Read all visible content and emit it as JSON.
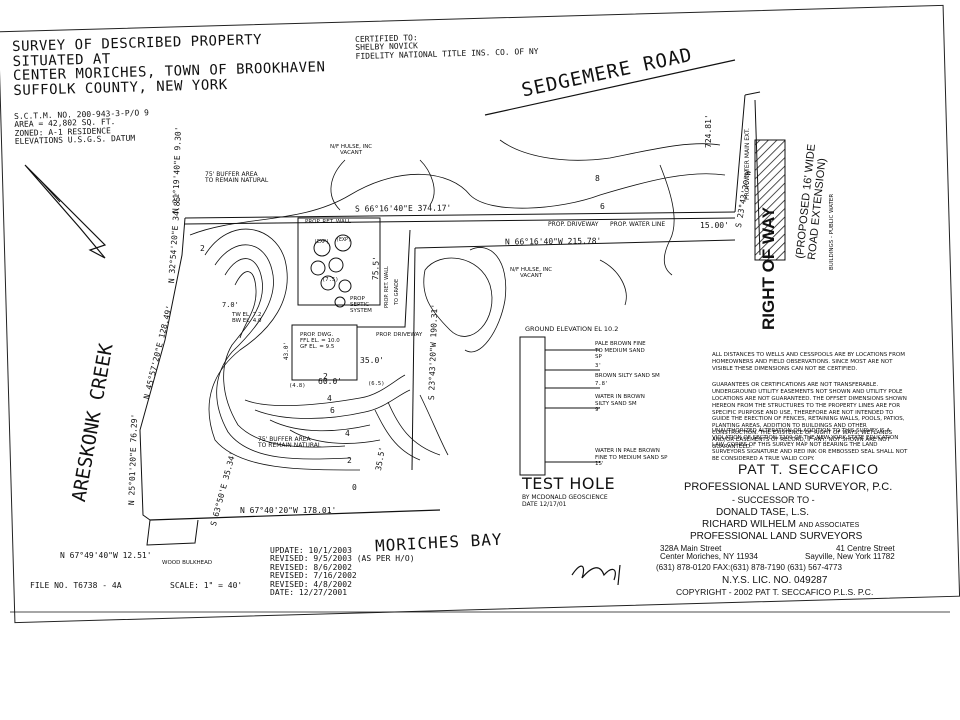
{
  "title": {
    "line1": "SURVEY OF DESCRIBED PROPERTY",
    "line2": "SITUATED AT",
    "line3": "CENTER MORICHES, TOWN OF BROOKHAVEN",
    "line4": "SUFFOLK COUNTY, NEW YORK"
  },
  "certified": {
    "label": "CERTIFIED TO:",
    "name1": "SHELBY NOVICK",
    "name2": "FIDELITY NATIONAL TITLE INS. CO. OF NY"
  },
  "parcel": {
    "sctm": "S.C.T.M. NO. 200-943-3-P/O 9",
    "area": "AREA = 42,802 SQ. FT.",
    "zoned": "ZONED: A-1 RESIDENCE",
    "elev": "ELEVATIONS U.S.G.S. DATUM"
  },
  "roads": {
    "sedgemere": "SEDGEMERE ROAD",
    "right_of_way": "RIGHT OF WAY",
    "proposed": "(PROPOSED 16' WIDE",
    "proposed2": "ROAD EXTENSION)",
    "buildings": "BUILDINGS - PUBLIC WATER",
    "dist_724": "724.81'",
    "prop_water_main": "PROP. WATER MAIN EXT.",
    "prop_water_line": "PROP. WATER LINE",
    "prop_driveway": "PROP. DRIVEWAY",
    "prop_driveway2": "PROP. DRIVEWAY",
    "dim_1500": "15.00'"
  },
  "water": {
    "creek": "ARESKONK CREEK",
    "bay": "MORICHES BAY",
    "bulkhead": "WOOD BULKHEAD"
  },
  "bearings": {
    "b1": "S 66°16'40\"E 374.17'",
    "b2": "N 66°16'40\"W 215.78'",
    "b3": "N 21°19'40\"E 9.30'",
    "b4": "N 32°54'20\"E 34.85'",
    "b5": "N 45°57'20\"E 128.49'",
    "b6": "N 25°01'20\"E 76.29'",
    "b7": "N 67°49'40\"W 12.51'",
    "b8": "S 63°50'E 35.34'",
    "b9": "N 67°40'20\"W 178.01'",
    "b10": "S 23°43'20\"W 190.31'",
    "b11": "S 23°43'20\"W",
    "dim_355": "35.5'",
    "dim_350": "35.0'",
    "dim_600": "60.0'",
    "dim_755": "75.5'",
    "dim_430": "43.0'"
  },
  "labels": {
    "nf_hulse_1": "N/F HULSE, INC",
    "vacant_1": "VACANT",
    "nf_hulse_2": "N/F HULSE, INC",
    "vacant_2": "VACANT",
    "buffer_1a": "75' BUFFER AREA",
    "buffer_1b": "TO REMAIN NATURAL",
    "buffer_2a": "75' BUFFER AREA",
    "buffer_2b": "TO REMAIN NATURAL",
    "ret_wall": "PROP. RET. WALL",
    "ret_wall2": "PROP. RET. WALL",
    "grade": "TO GRADE",
    "septic": "PROP SEPTIC SYSTEM",
    "tw": "TW EL. 7.2",
    "bw": "BW EL. 4.0",
    "dwg": "PROP. DWG.",
    "ffl": "FFL EL. = 10.0",
    "gf": "GF EL. = 9.5",
    "exp1": "(EXP)",
    "exp2": "(EXP)",
    "ccx": "(7.5)",
    "c48": "(4.8)",
    "c65": "(6.5)",
    "c70": "7.0'"
  },
  "contours": [
    "8",
    "6",
    "2",
    "4",
    "6",
    "4",
    "2",
    "0",
    "2"
  ],
  "test_hole": {
    "ground": "GROUND ELEVATION EL 10.2",
    "l1a": "PALE BROWN FINE",
    "l1b": "TO MEDIUM SAND",
    "l1c": "SP",
    "d1": "3'",
    "l2": "BROWN SILTY SAND SM",
    "d2": "7.8'",
    "l3a": "WATER IN BROWN",
    "l3b": "SILTY SAND SM",
    "d3": "9'",
    "l4a": "WATER IN PALE BROWN",
    "l4b": "FINE TO MEDIUM SAND SP",
    "d4": "15'",
    "title": "TEST HOLE",
    "by": "BY MCDONALD GEOSCIENCE",
    "date": "DATE 12/17/01"
  },
  "notes": {
    "n1": "ALL DISTANCES TO WELLS AND CESSPOOLS ARE BY LOCATIONS FROM HOMEOWNERS AND FIELD OBSERVATIONS. SINCE MOST ARE NOT VISIBLE THESE DIMENSIONS CAN NOT BE CERTIFIED.",
    "n2": "GUARANTEES OR CERTIFICATIONS ARE NOT TRANSFERABLE. UNDERGROUND UTILITY EASEMENTS NOT SHOWN AND UTILITY POLE LOCATIONS ARE NOT GUARANTEED. THE OFFSET DIMENSIONS SHOWN HEREON FROM THE STRUCTURES TO THE PROPERTY LINES ARE FOR SPECIFIC PURPOSE AND USE, THEREFORE ARE NOT INTENDED TO GUIDE THE ERECTION OF FENCES, RETAINING WALLS, POOLS, PATIOS, PLANTING AREAS, ADDITION TO BUILDINGS AND OTHER CONSTRUCTION. THE EXISTENCE OF RIGHT OF WAYS, WETLANDS AND/OR EASEMENTS OF RECORD, IF ANY, NOT SHOWN ARE NOT GUARANTEED.",
    "n3": "UNAUTHORIZED ALTERATION OR ADDITION TO THIS SURVEY IS A VIOLATION OF SECTION 7209 OF THE NEW YORK STATE EDUCATION LAW. COPIES OF THIS SURVEY MAP NOT BEARING THE LAND SURVEYORS SIGNATURE AND RED INK OR EMBOSSED SEAL SHALL NOT BE CONSIDERED A TRUE VALID COPY."
  },
  "surveyor": {
    "name": "PAT T. SECCAFICO",
    "title": "PROFESSIONAL LAND SURVEYOR, P.C.",
    "successor": "- SUCCESSOR TO -",
    "donald": "DONALD TASE, L.S.",
    "richard": "RICHARD WILHELM",
    "associates": "AND ASSOCIATES",
    "pls": "PROFESSIONAL LAND SURVEYORS",
    "addr1a": "328A Main Street",
    "addr1b": "Center Moriches, NY 11934",
    "addr2a": "41 Centre Street",
    "addr2b": "Sayville, New York 11782",
    "phone": "(631) 878-0120   FAX:(631) 878-7190 (631) 567-4773",
    "lic": "N.Y.S. LIC. NO. 049287",
    "copyright": "COPYRIGHT - 2002 PAT T. SECCAFICO P.L.S. P.C."
  },
  "revisions": {
    "update": "UPDATE: 10/1/2003",
    "r1": "REVISED: 9/5/2003",
    "asper": "(AS PER H/O)",
    "r2": "REVISED: 8/6/2002",
    "r3": "REVISED: 7/16/2002",
    "r4": "REVISED: 4/8/2002",
    "date": "DATE: 12/27/2001"
  },
  "footer": {
    "file": "FILE NO. T6738 - 4A",
    "scale": "SCALE: 1\" = 40'"
  }
}
